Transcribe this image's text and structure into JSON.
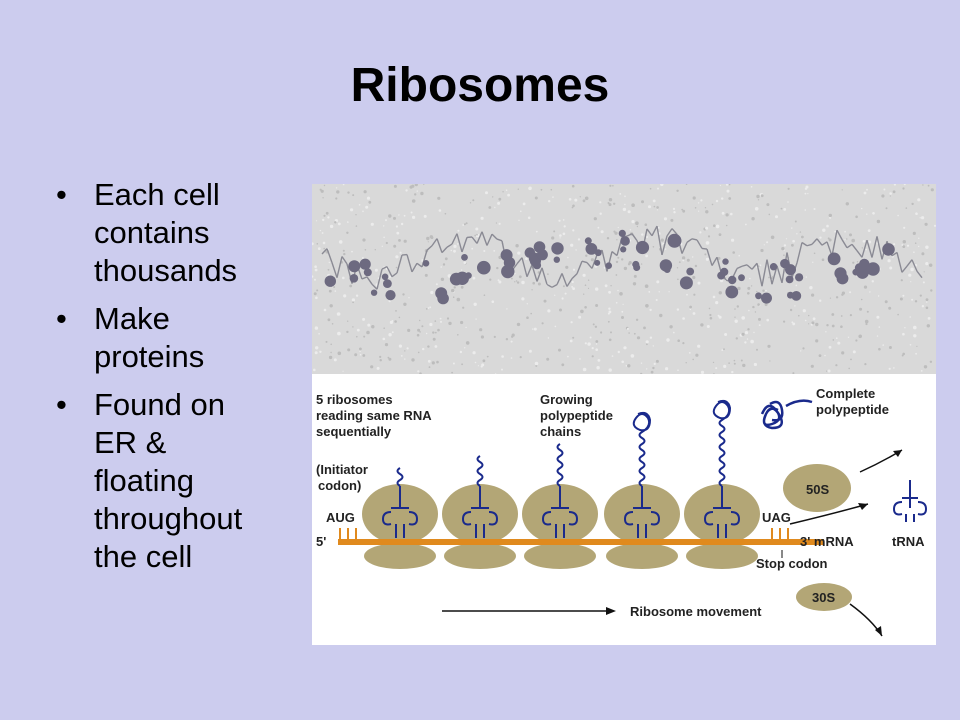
{
  "slide": {
    "title": "Ribosomes",
    "bullets": [
      {
        "lines": [
          "Each cell",
          "contains",
          "thousands"
        ]
      },
      {
        "lines": [
          "Make",
          "proteins"
        ]
      },
      {
        "lines": [
          "Found on",
          "ER &",
          "floating",
          "throughout",
          "the cell"
        ]
      }
    ]
  },
  "diagram": {
    "labels": {
      "ribosomes_l1": "5 ribosomes",
      "ribosomes_l2": "reading same RNA",
      "ribosomes_l3": "sequentially",
      "growing_l1": "Growing",
      "growing_l2": "polypeptide",
      "growing_l3": "chains",
      "complete_l1": "Complete",
      "complete_l2": "polypeptide",
      "initiator_l1": "(Initiator",
      "initiator_l2": "codon)",
      "aug": "AUG",
      "five_prime": "5'",
      "uag": "UAG",
      "mrna": "3' mRNA",
      "stop_codon": "Stop codon",
      "trna": "tRNA",
      "large_subunit": "50S",
      "small_subunit": "30S",
      "movement": "Ribosome movement"
    },
    "colors": {
      "ribosome": "#b3a676",
      "mrna": "#e08a1e",
      "chain": "#1a2a8c",
      "trna": "#1a2a8c"
    }
  }
}
